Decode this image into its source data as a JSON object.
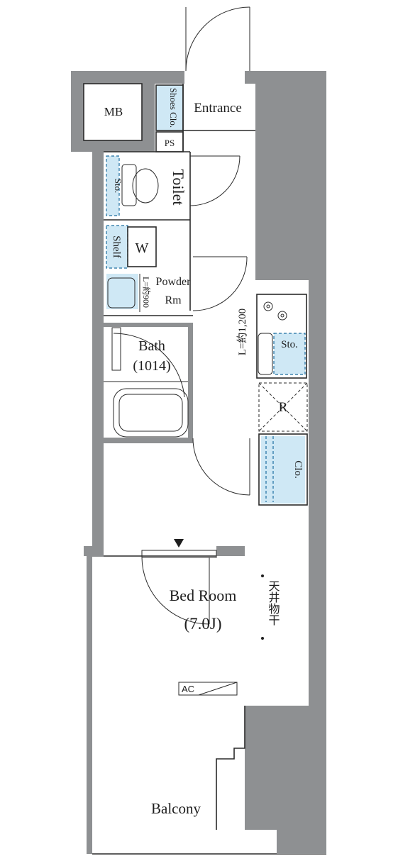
{
  "rooms": {
    "mb": "MB",
    "shoes_clo": "Shoes Clo.",
    "entrance": "Entrance",
    "ps": "PS",
    "sto_toilet": "Sto.",
    "toilet": "Toilet",
    "shelf": "Shelf",
    "washer": "W",
    "powder_size": "L=約900",
    "powder_rm_1": "Powder",
    "powder_rm_2": "Rm",
    "bath": "Bath",
    "bath_size": "(1014)",
    "kitchen_length": "L=約1,200",
    "sto_kitchen": "Sto.",
    "fridge": "R",
    "closet": "Clo.",
    "bedroom": "Bed Room",
    "bedroom_size": "(7.0J)",
    "ceiling_dryer": "天井物干",
    "ac": "AC",
    "balcony": "Balcony"
  },
  "colors": {
    "wall": "#8e9092",
    "storage_fill": "#cfe8f5",
    "storage_dash": "#1d6fa0",
    "ink": "#1e1e1e"
  }
}
